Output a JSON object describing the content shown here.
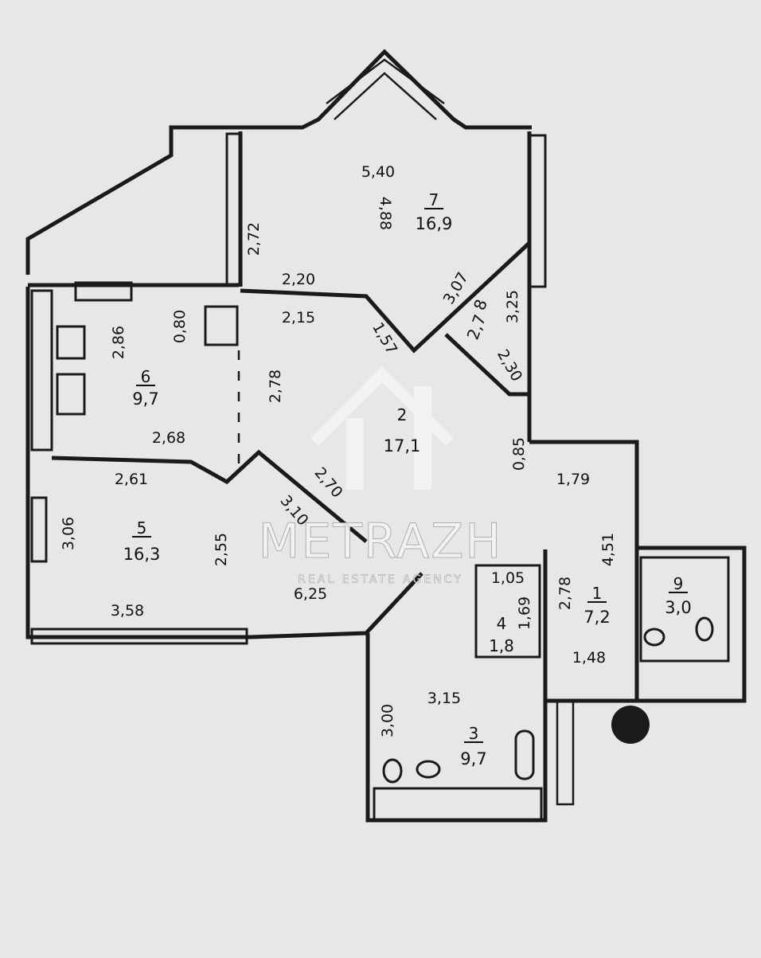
{
  "plan": {
    "rooms": [
      {
        "id": "room-7",
        "number": "7",
        "area": "16,9"
      },
      {
        "id": "room-8",
        "number": "8",
        "area": "2,7"
      },
      {
        "id": "room-6",
        "number": "6",
        "area": "9,7"
      },
      {
        "id": "room-2",
        "number": "2",
        "area": "17,1"
      },
      {
        "id": "room-5",
        "number": "5",
        "area": "16,3"
      },
      {
        "id": "room-1",
        "number": "1",
        "area": "7,2"
      },
      {
        "id": "room-9",
        "number": "9",
        "area": "3,0"
      },
      {
        "id": "room-4",
        "number": "4",
        "area": "1,8"
      },
      {
        "id": "room-3",
        "number": "3",
        "area": "9,7"
      }
    ],
    "dimensions": [
      "5,40",
      "4,88",
      "2,72",
      "2,20",
      "2,15",
      "3,07",
      "3,25",
      "1,57",
      "2,30",
      "2,86",
      "0,80",
      "2,78",
      "2,68",
      "2,61",
      "3,06",
      "2,55",
      "3,58",
      "2,70",
      "3,10",
      "6,25",
      "0,85",
      "1,79",
      "4,51",
      "2,78",
      "1,48",
      "1,05",
      "1,69",
      "3,15",
      "3,00"
    ]
  },
  "watermark": {
    "brand": "METRAZH",
    "tagline": "REAL ESTATE AGENCY"
  }
}
